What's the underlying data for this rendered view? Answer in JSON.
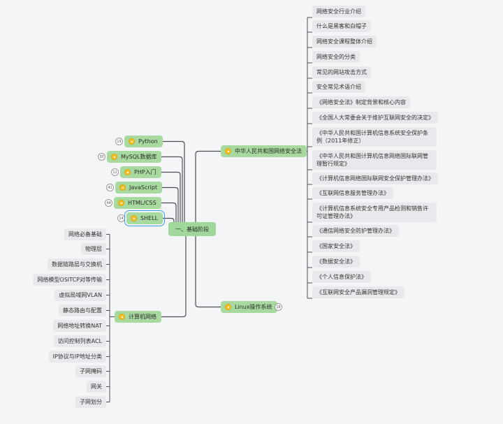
{
  "root": {
    "label": "一、基础阶段"
  },
  "left_branches": [
    {
      "label": "Python",
      "count": "19"
    },
    {
      "label": "MySQL数据库",
      "count": "30"
    },
    {
      "label": "PHP入门",
      "count": "12"
    },
    {
      "label": "JavaScript",
      "count": "41"
    },
    {
      "label": "HTML/CSS",
      "count": "44"
    },
    {
      "label": "SHELL",
      "count": "14"
    }
  ],
  "network_branch": {
    "label": "计算机网络",
    "items": [
      "网络必备基础",
      "物理层",
      "数据链路层与交换机",
      "网络模型OSITCP对等传输",
      "虚拟局域网VLAN",
      "静态路由与配置",
      "网络地址转换NAT",
      "访问控制列表ACL",
      "IP协议与IP地址分类",
      "子网掩码",
      "网关",
      "子网划分"
    ]
  },
  "law_branch": {
    "label": "中华人民共和国网络安全法",
    "items": [
      "网络安全行业介绍",
      "什么是黑客和白帽子",
      "网络安全课程整体介绍",
      "网络安全的分类",
      "常见的网站攻击方式",
      "安全常见术语介绍",
      "《网络安全法》制定背景和核心内容",
      "《全国人大常委会关于维护互联网安全的决定》",
      "《中华人民共和国计算机信息系统安全保护条例（2011年修正）",
      "《中华人民共和国计算机信息网络国际联网管理暂行规定》",
      "《计算机信息网络国际联网安全保护管理办法》",
      "《互联网信息服务管理办法》",
      "《计算机信息系统安全专用产品检测和销售许可证管理办法》",
      "《通信网络安全防护管理办法》",
      "《国家安全法》",
      "《数据安全法》",
      "《个人信息保护法》",
      "《互联网安全产品漏洞管理规定》"
    ]
  },
  "linux_branch": {
    "label": "Linux操作系统",
    "count": "18"
  }
}
